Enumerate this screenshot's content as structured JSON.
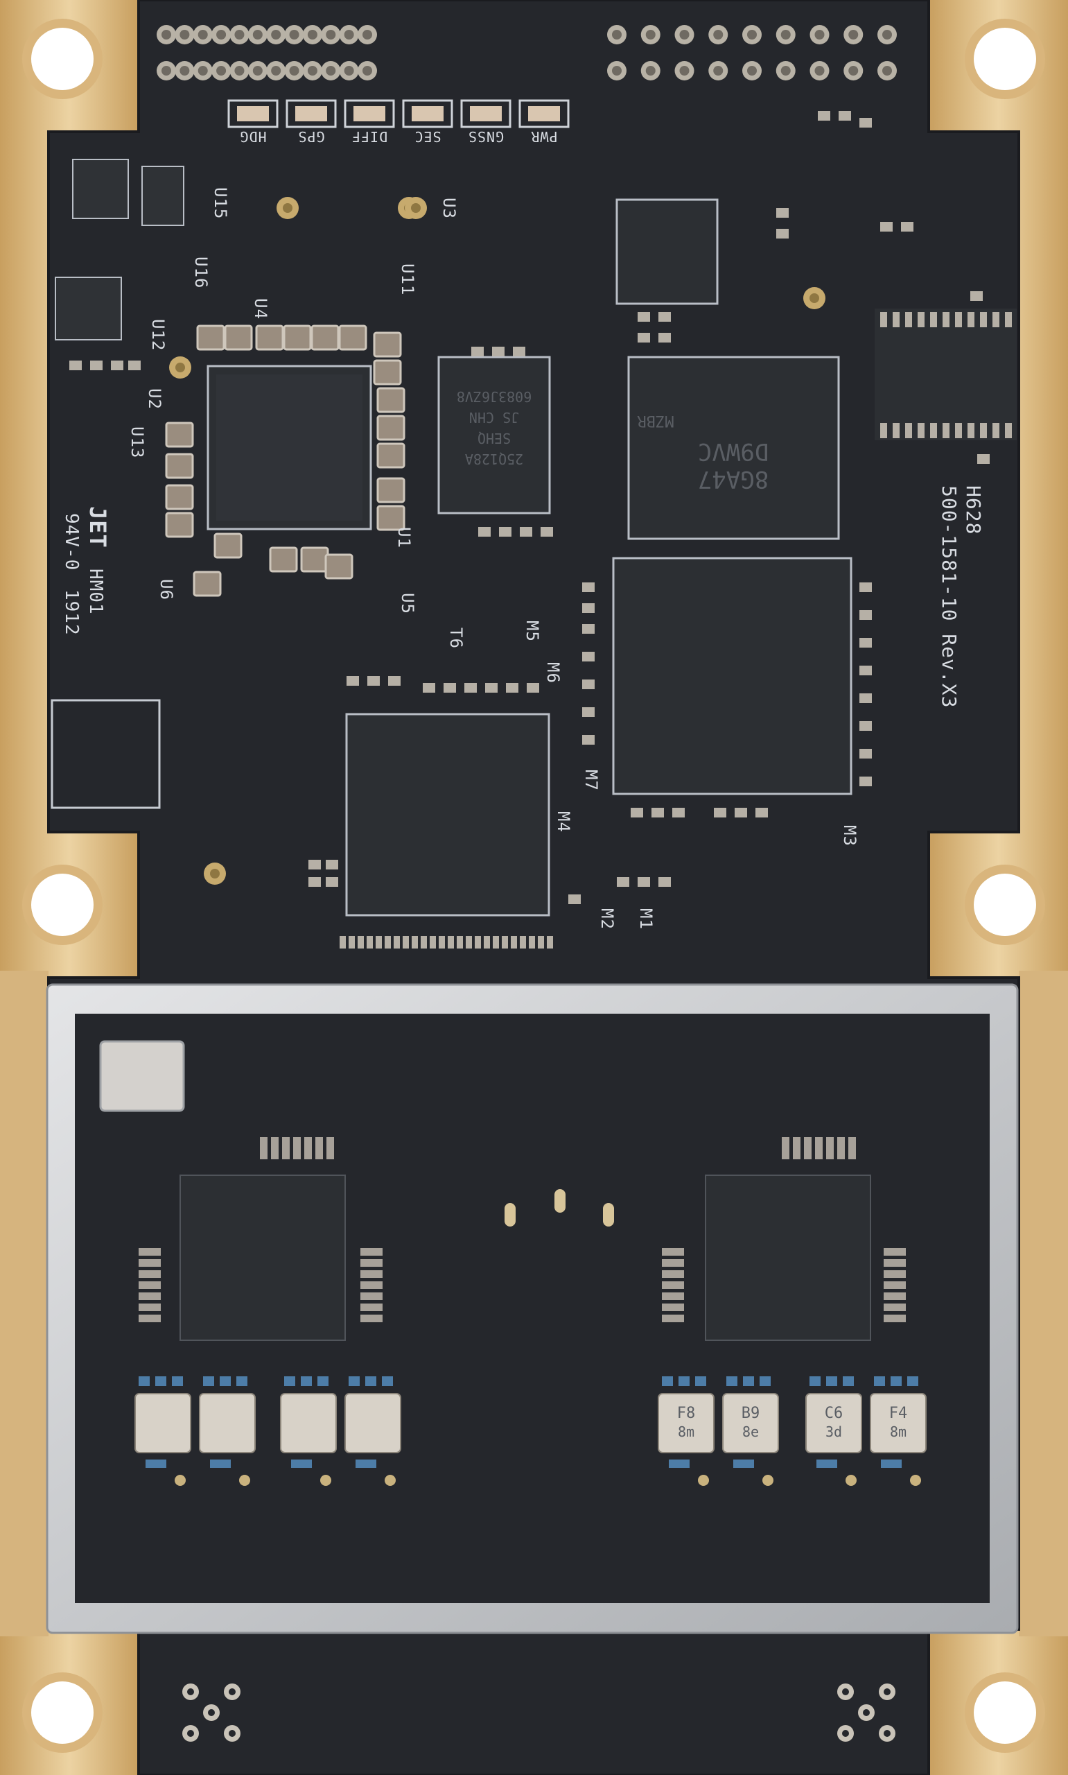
{
  "colors": {
    "background": "#ffffff",
    "board": "#24262b",
    "board_edge": "#1b1c20",
    "gold": "#d8b277",
    "gold_dark": "#b48c52",
    "silkscreen": "#d9dde3",
    "chip": "#2d3034",
    "shield": "#c7c9cc",
    "component_beige": "#9c8a74",
    "crystal": "#d2cfcb",
    "blue_part": "#4d7da8"
  },
  "silkscreen": {
    "led_labels": [
      "HDG",
      "GPS",
      "DIFF",
      "SEC",
      "GNSS",
      "PWR"
    ],
    "refs": {
      "u15": "U15",
      "u16": "U16",
      "u4": "U4",
      "u11": "U11",
      "u3": "U3",
      "u12": "U12",
      "u2": "U2",
      "u13": "U13",
      "u1": "U1",
      "u5": "U5",
      "u6": "U6",
      "t6": "T6",
      "m5": "M5",
      "m6": "M6",
      "m7": "M7",
      "m4": "M4",
      "m3": "M3",
      "m2": "M2",
      "m1": "M1"
    },
    "board_id_line1": "H628",
    "board_id_line2": "500-1581-10 Rev.X3",
    "maker_mark": "JET",
    "maker_code": "HM01",
    "flammability": "94V-0",
    "date_code": "1912"
  },
  "chips": {
    "flash_lines": [
      "25Q128A",
      "SEHQ",
      "JS CHN",
      "6083J6ZV8"
    ],
    "dram_lines": [
      "8GA47",
      "D9WVC",
      "MZBR"
    ],
    "rf_a": [
      "F8",
      "8m"
    ],
    "rf_b": [
      "B9",
      "8e"
    ],
    "rf_c": [
      "C6",
      "3d"
    ],
    "rf_d": [
      "F4",
      "8m"
    ]
  },
  "icons": {
    "pcb": "pcb-board-icon",
    "mounting_hole": "mounting-hole-icon"
  }
}
